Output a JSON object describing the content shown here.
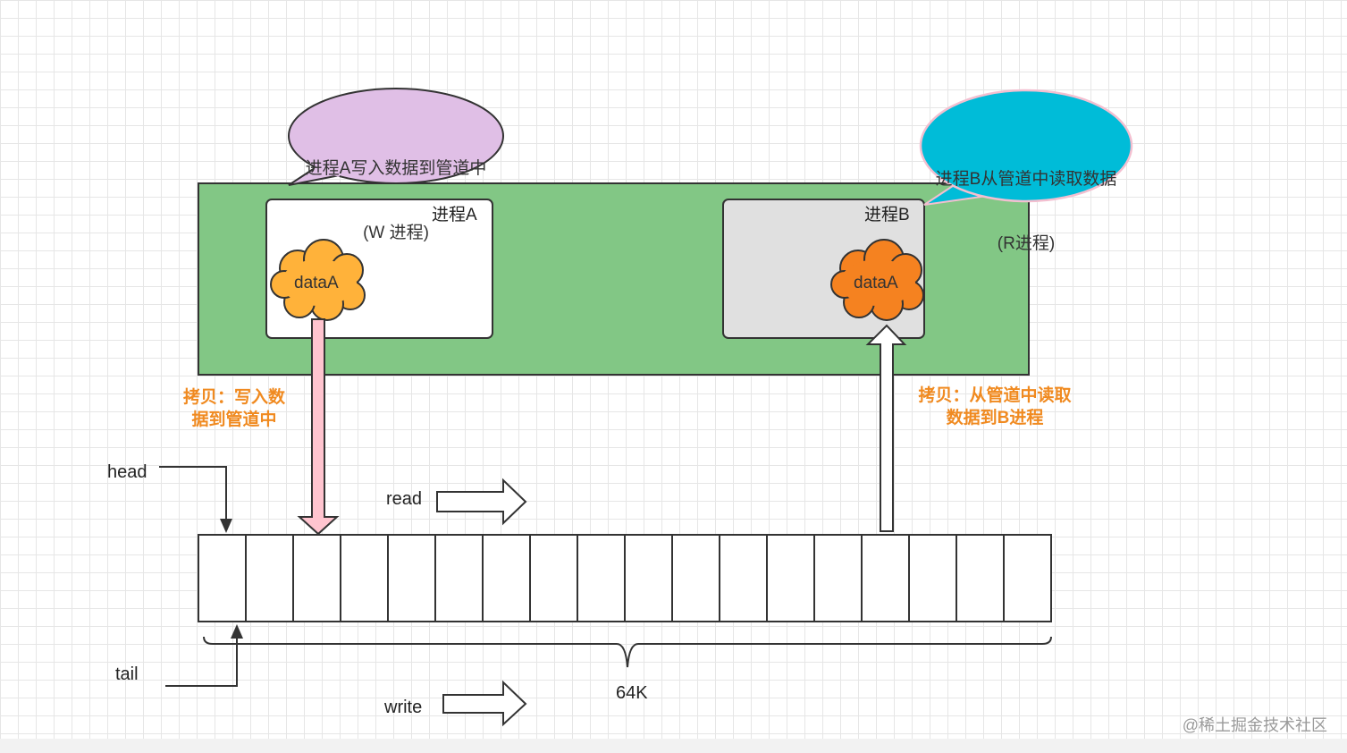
{
  "process_a_bubble": {
    "line1": "进程A写入数据到管道中",
    "line2": "(W 进程)"
  },
  "process_b_bubble": {
    "line1": "进程B从管道中读取数据",
    "line2": "(R进程)"
  },
  "process_a_label": "进程A",
  "process_b_label": "进程B",
  "data_a_left": "dataA",
  "data_a_right": "dataA",
  "copy_write": "拷贝：写入数\n据到管道中",
  "copy_read": "拷贝：从管道中读取\n数据到B进程",
  "head_label": "head",
  "tail_label": "tail",
  "read_label": "read",
  "write_label": "write",
  "size_label": "64K",
  "watermark": "@稀土掘金技术社区",
  "buffer_cells": 18,
  "colors": {
    "kernel_green": "#82c785",
    "bubble_a": "#e0bfe6",
    "bubble_b": "#00bcd8",
    "cloud_light": "#ffb23a",
    "cloud_dark": "#f58220",
    "write_arrow": "#ffc4cf",
    "process_b_fill": "#e0e0e0",
    "copy_text": "#f08a20"
  }
}
